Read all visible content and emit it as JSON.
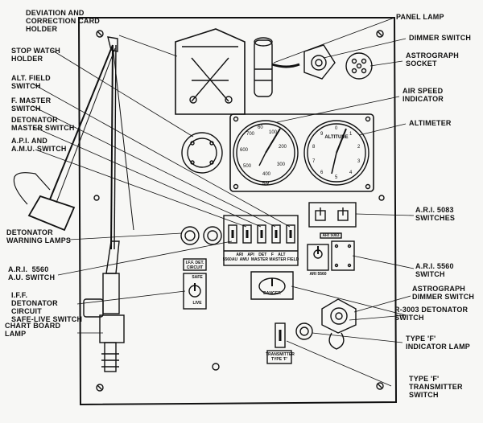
{
  "labels": {
    "deviation_card_holder": "DEVIATION AND\nCORRECTION CARD\nHOLDER",
    "stop_watch_holder": "STOP WATCH\nHOLDER",
    "alt_field_switch": "ALT. FIELD\nSWITCH",
    "f_master_switch": "F. MASTER\nSWITCH",
    "detonator_master_switch": "DETONATOR\nMASTER SWITCH",
    "api_amu_switch": "A.P.I. AND\nA.M.U. SWITCH",
    "detonator_warning_lamps": "DETONATOR\nWARNING LAMPS",
    "ari_5560_au_switch": "A.R.I.  5560\nA.U. SWITCH",
    "iff_detonator_switch": "I.F.F.\nDETONATOR\nCIRCUIT\nSAFE-LIVE SWITCH",
    "chart_board_lamp": "CHART BOARD\nLAMP",
    "panel_lamp": "PANEL LAMP",
    "dimmer_switch": "DIMMER SWITCH",
    "astrograph_socket": "ASTROGRAPH\nSOCKET",
    "air_speed_indicator": "AIR SPEED\nINDICATOR",
    "altimeter": "ALTIMETER",
    "ari_5083_switches": "A.R.I. 5083\nSWITCHES",
    "ari_5560_switch": "A.R.I. 5560\nSWITCH",
    "astrograph_dimmer_switch": "ASTROGRAPH\nDIMMER SWITCH",
    "r3003_detonator_switch": "R-3003 DETONATOR\nSWITCH",
    "type_f_indicator_lamp": "TYPE 'F'\nINDICATOR LAMP",
    "type_f_transmitter_switch": "TYPE 'F'\nTRANSMITTER\nSWITCH"
  },
  "panel_text": {
    "switch_row_labels": "ARI    API    DET    F    ALT\n5560AU  AMU  MASTER MASTER FIELD",
    "safe": "SAFE",
    "live": "LIVE",
    "iff_plate": "I.F.F. DET.\nCIRCUIT",
    "ari_5560_plate": "ARI 5560",
    "ari_5083_plate": "ARI 5083",
    "danger": "DANGER",
    "transmitter_plate": "TRANSMITTER\nTYPE 'F'",
    "asi_mark": "SV",
    "altimeter_face": "ALTITUDE"
  },
  "airspeed_scale": [
    "100",
    "200",
    "300",
    "400",
    "500",
    "600",
    "700",
    "60"
  ],
  "altimeter_scale": [
    "0",
    "1",
    "2",
    "3",
    "4",
    "5",
    "6",
    "7",
    "8",
    "9"
  ]
}
